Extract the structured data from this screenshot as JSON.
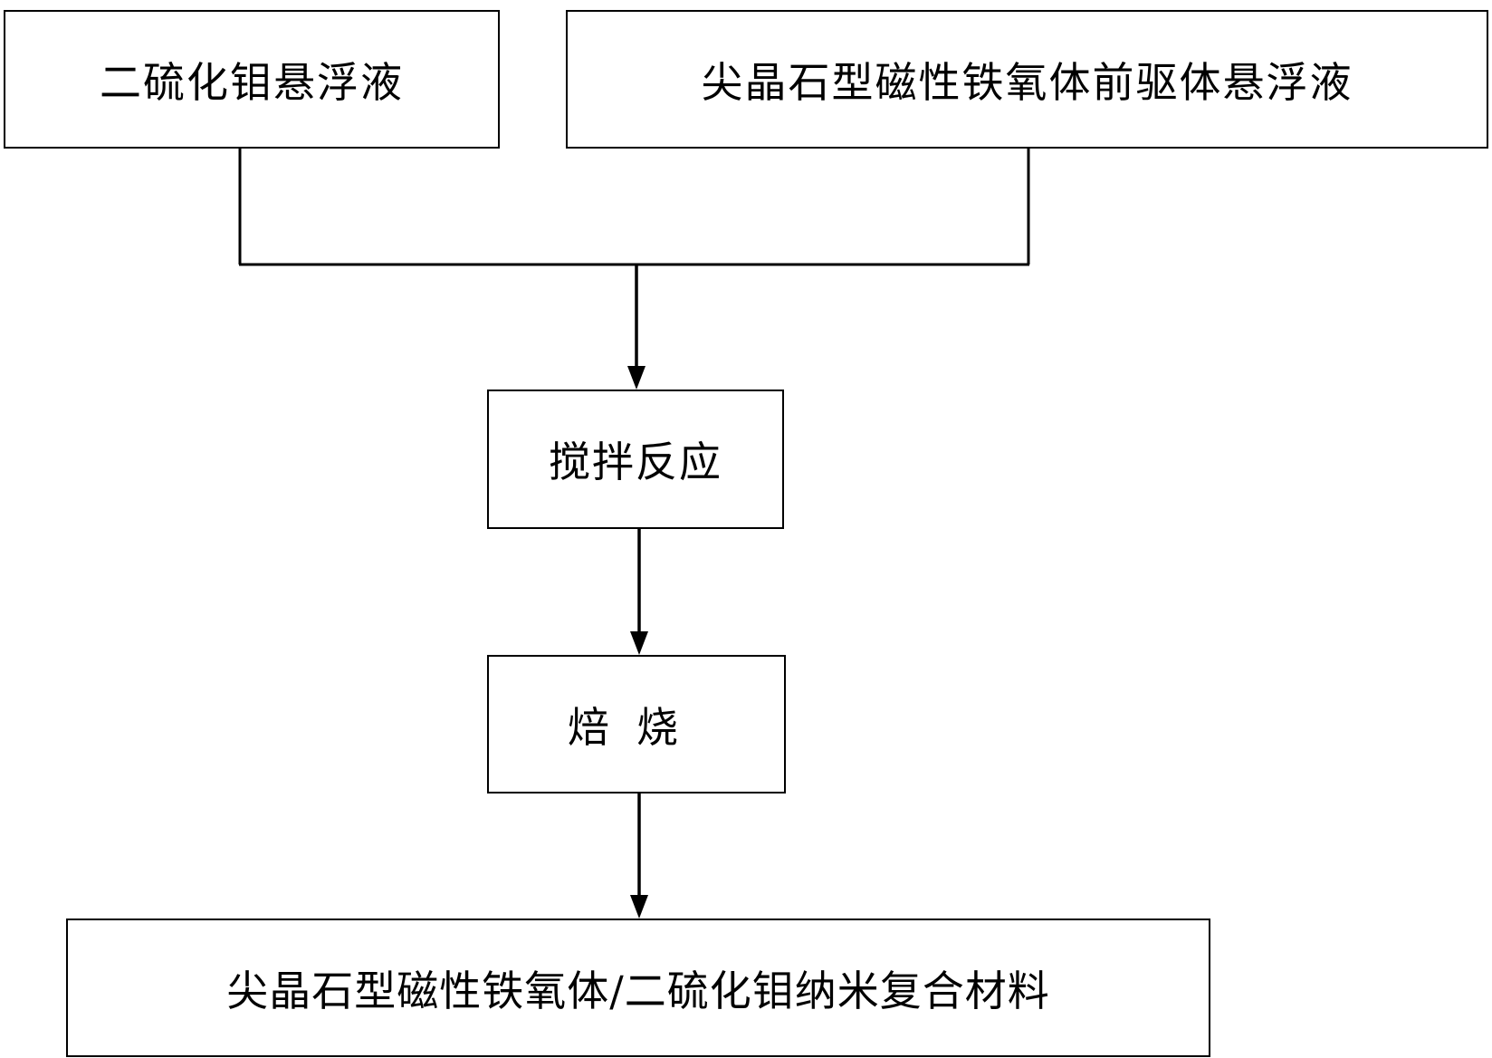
{
  "diagram": {
    "nodes": {
      "mos2_suspension": "二硫化钼悬浮液",
      "ferrite_precursor_suspension": "尖晶石型磁性铁氧体前驱体悬浮液",
      "stirring_reaction": "搅拌反应",
      "roasting": "焙烧",
      "product": "尖晶石型磁性铁氧体/二硫化钼纳米复合材料"
    },
    "edges": [
      {
        "from": "mos2_suspension",
        "to": "stirring_reaction"
      },
      {
        "from": "ferrite_precursor_suspension",
        "to": "stirring_reaction"
      },
      {
        "from": "stirring_reaction",
        "to": "roasting"
      },
      {
        "from": "roasting",
        "to": "product"
      }
    ],
    "colors": {
      "line": "#000000",
      "background": "#ffffff"
    }
  }
}
